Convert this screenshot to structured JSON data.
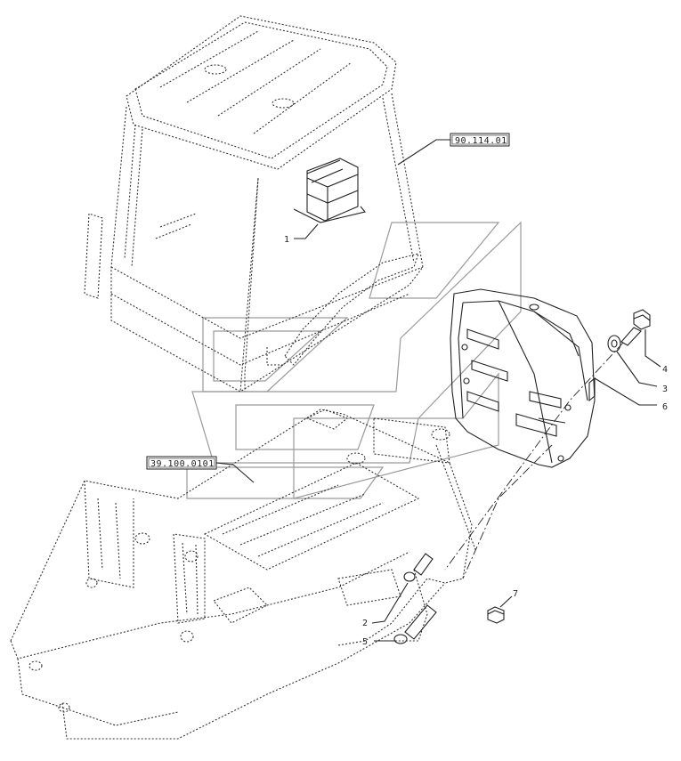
{
  "references": {
    "cab": "90.114.01",
    "frame": "39.100.0101"
  },
  "callouts": {
    "item1": "1",
    "item2": "2",
    "item3": "3",
    "item4": "4",
    "item5": "5",
    "item6": "6",
    "item7": "7"
  }
}
